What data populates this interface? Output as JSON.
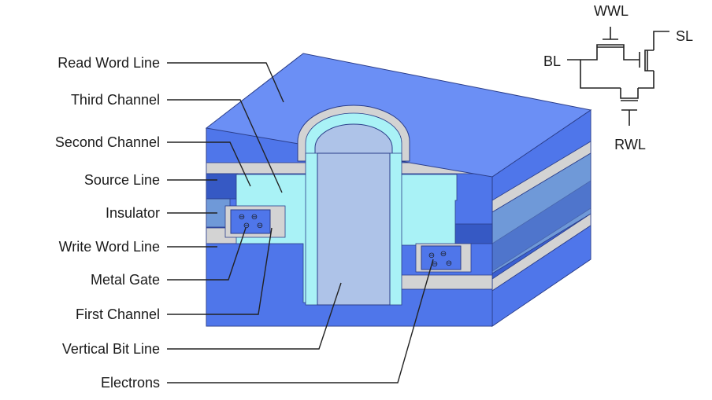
{
  "labels": {
    "read_word_line": "Read Word Line",
    "third_channel": "Third Channel",
    "second_channel": "Second Channel",
    "source_line": "Source Line",
    "insulator": "Insulator",
    "write_word_line": "Write Word Line",
    "metal_gate": "Metal Gate",
    "first_channel": "First Channel",
    "vertical_bit_line": "Vertical Bit Line",
    "electrons": "Electrons"
  },
  "schematic": {
    "wwl": "WWL",
    "sl": "SL",
    "bl": "BL",
    "rwl": "RWL"
  },
  "colors": {
    "top_face": "#6b8ff5",
    "front_face": "#4f76ea",
    "side_face": "#3a5fd0",
    "source_line_dark": "#3659c4",
    "insulator_blue": "#6f99d8",
    "gray_layer": "#d3d3d3",
    "channel_cyan": "#a9f2f6",
    "bit_line": "#aec3e8",
    "outline": "#2b3e8a"
  },
  "electron_symbol": "⊖"
}
